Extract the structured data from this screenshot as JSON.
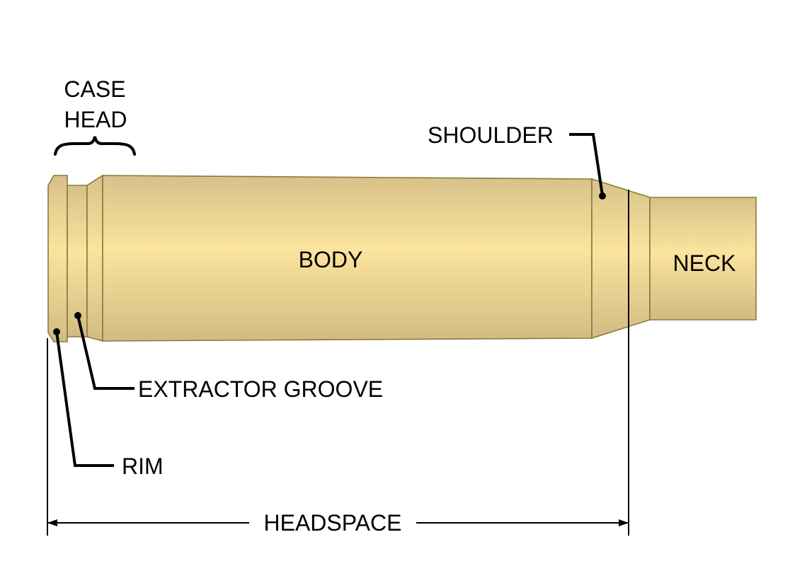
{
  "labels": {
    "case_head_line1": "CASE",
    "case_head_line2": "HEAD",
    "shoulder": "SHOULDER",
    "body": "BODY",
    "neck": "NECK",
    "extractor_groove": "EXTRACTOR GROOVE",
    "rim": "RIM",
    "headspace": "HEADSPACE"
  },
  "colors": {
    "brass_light": "#fbe49e",
    "brass_dark": "#d4bd84",
    "outline": "#8a7a3c",
    "ink": "#000000"
  }
}
